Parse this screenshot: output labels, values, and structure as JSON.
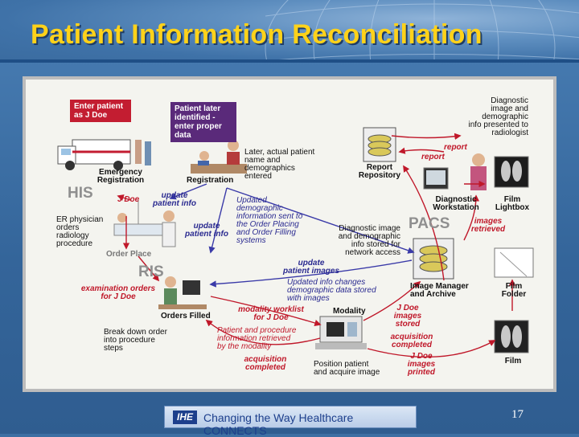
{
  "slide": {
    "title": "Patient Information Reconciliation",
    "page_number": "17",
    "footer": {
      "logo": "IHE",
      "tagline": "Changing the Way Healthcare CONNECTS"
    }
  },
  "colors": {
    "title": "#ffd21a",
    "arrow": "#c0182a",
    "update_arrow": "#3a3aa8",
    "box_red": "#c31d31",
    "box_purple": "#5a2a7a"
  },
  "diagram": {
    "boxes": {
      "enter_patient": "Enter patient\nas J Doe",
      "patient_later": "Patient later\nidentified -\nenter proper\ndata"
    },
    "stations": {
      "emergency_registration": "Emergency\nRegistration",
      "registration": "Registration",
      "report_repository": "Report\nRepository",
      "diagnostic_workstation": "Diagnostic\nWorkstation",
      "film_lightbox": "Film\nLightbox",
      "orders_filled": "Orders Filled",
      "image_manager": "Image Manager\nand Archive",
      "film_folder": "Film\nFolder",
      "modality": "Modality",
      "film": "Film"
    },
    "systems": {
      "his": "HIS",
      "pacs": "PACS",
      "ris": "RIS",
      "order_placer": "Order Place"
    },
    "notes": {
      "later_actual": "Later, actual patient\nname and\ndemographics\nentered",
      "diagnostic_presented": "Diagnostic\nimage and\ndemographic\ninfo presented to\nradiologist",
      "er_physician": "ER physician\norders\nradiology\nprocedure",
      "updated_demographic": "Updated\ndemographic\ninformation sent to\nthe Order Placing\nand Order Filling\nsystems",
      "diagnostic_stored": "Diagnostic image\nand demographic\ninfo stored for\nnetwork access",
      "updated_info_changes": "Updated info changes\ndemographic data stored\nwith images",
      "break_down": "Break down order\ninto procedure\nsteps",
      "patient_procedure": "Patient and procedure\ninformation retrieved\nby the modality",
      "position_patient": "Position patient\nand acquire image"
    },
    "flow_labels": {
      "report": "report",
      "report2": "report",
      "j_doe": "J Doe",
      "update_patient_info": "update\npatient info",
      "update_patient_info2": "update\npatient info",
      "images_retrieved": "images\nretrieved",
      "update_patient_images": "update\npatient images",
      "examination_orders": "examination orders\nfor J Doe",
      "modality_worklist": "modality worklist\nfor J Doe",
      "j_doe_images_stored": "J Doe\nimages\nstored",
      "acquisition_completed": "acquisition\ncompleted",
      "acquisition_completed2": "acquisition\ncompleted",
      "j_doe_images_printed": "J Doe\nimages\nprinted"
    }
  }
}
